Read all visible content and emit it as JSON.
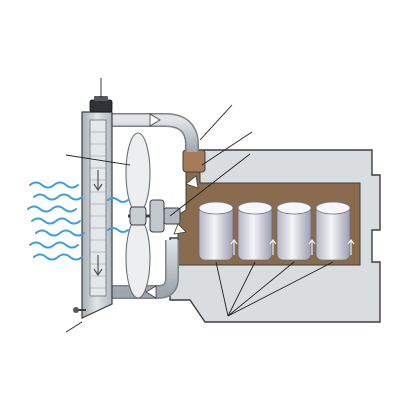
{
  "diagram": {
    "subject": "engine-cooling-system",
    "colors": {
      "engine_block": "#d9dcdf",
      "engine_outline": "#3b3f44",
      "water_jacket": "#8a6b4e",
      "cylinder_light": "#f4f4f8",
      "cylinder_dark": "#a9aab8",
      "radiator": "#c7ccd1",
      "radiator_core": "#e3e7ea",
      "hose": "#b9bfc5",
      "fan_blade": "#e9ecef",
      "air_waves": "#3aa0d8",
      "leader_lines": "#222222"
    },
    "parts": [
      "radiator-cap",
      "radiator",
      "cooling-fan",
      "upper-hose",
      "lower-hose",
      "thermostat",
      "water-pump",
      "engine-block",
      "water-jacket",
      "cylinder-1",
      "cylinder-2",
      "cylinder-3",
      "cylinder-4",
      "drain-plug"
    ],
    "airflow_waves": 9,
    "labels": []
  }
}
